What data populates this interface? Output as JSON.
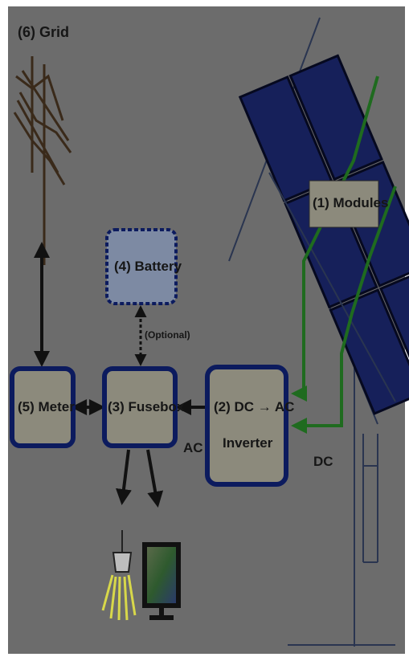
{
  "labels": {
    "grid": "(6) Grid",
    "modules": "(1) Modules",
    "battery": "(4) Battery",
    "optional": "(Optional)",
    "meter": "(5) Meter",
    "fusebox": "(3) Fusebox",
    "inverter_line1": "(2) DC → AC",
    "inverter_line2": "Inverter",
    "ac": "AC",
    "dc": "DC"
  },
  "colors": {
    "background": "#6c6c6c",
    "box_border": "#0c1b5e",
    "box_fill": "#8c8a7c",
    "battery_fill": "#7d8aa3",
    "dc_wire": "#1f6b1f",
    "panel": "#16205a",
    "lamp_glow": "#d8d84a"
  }
}
